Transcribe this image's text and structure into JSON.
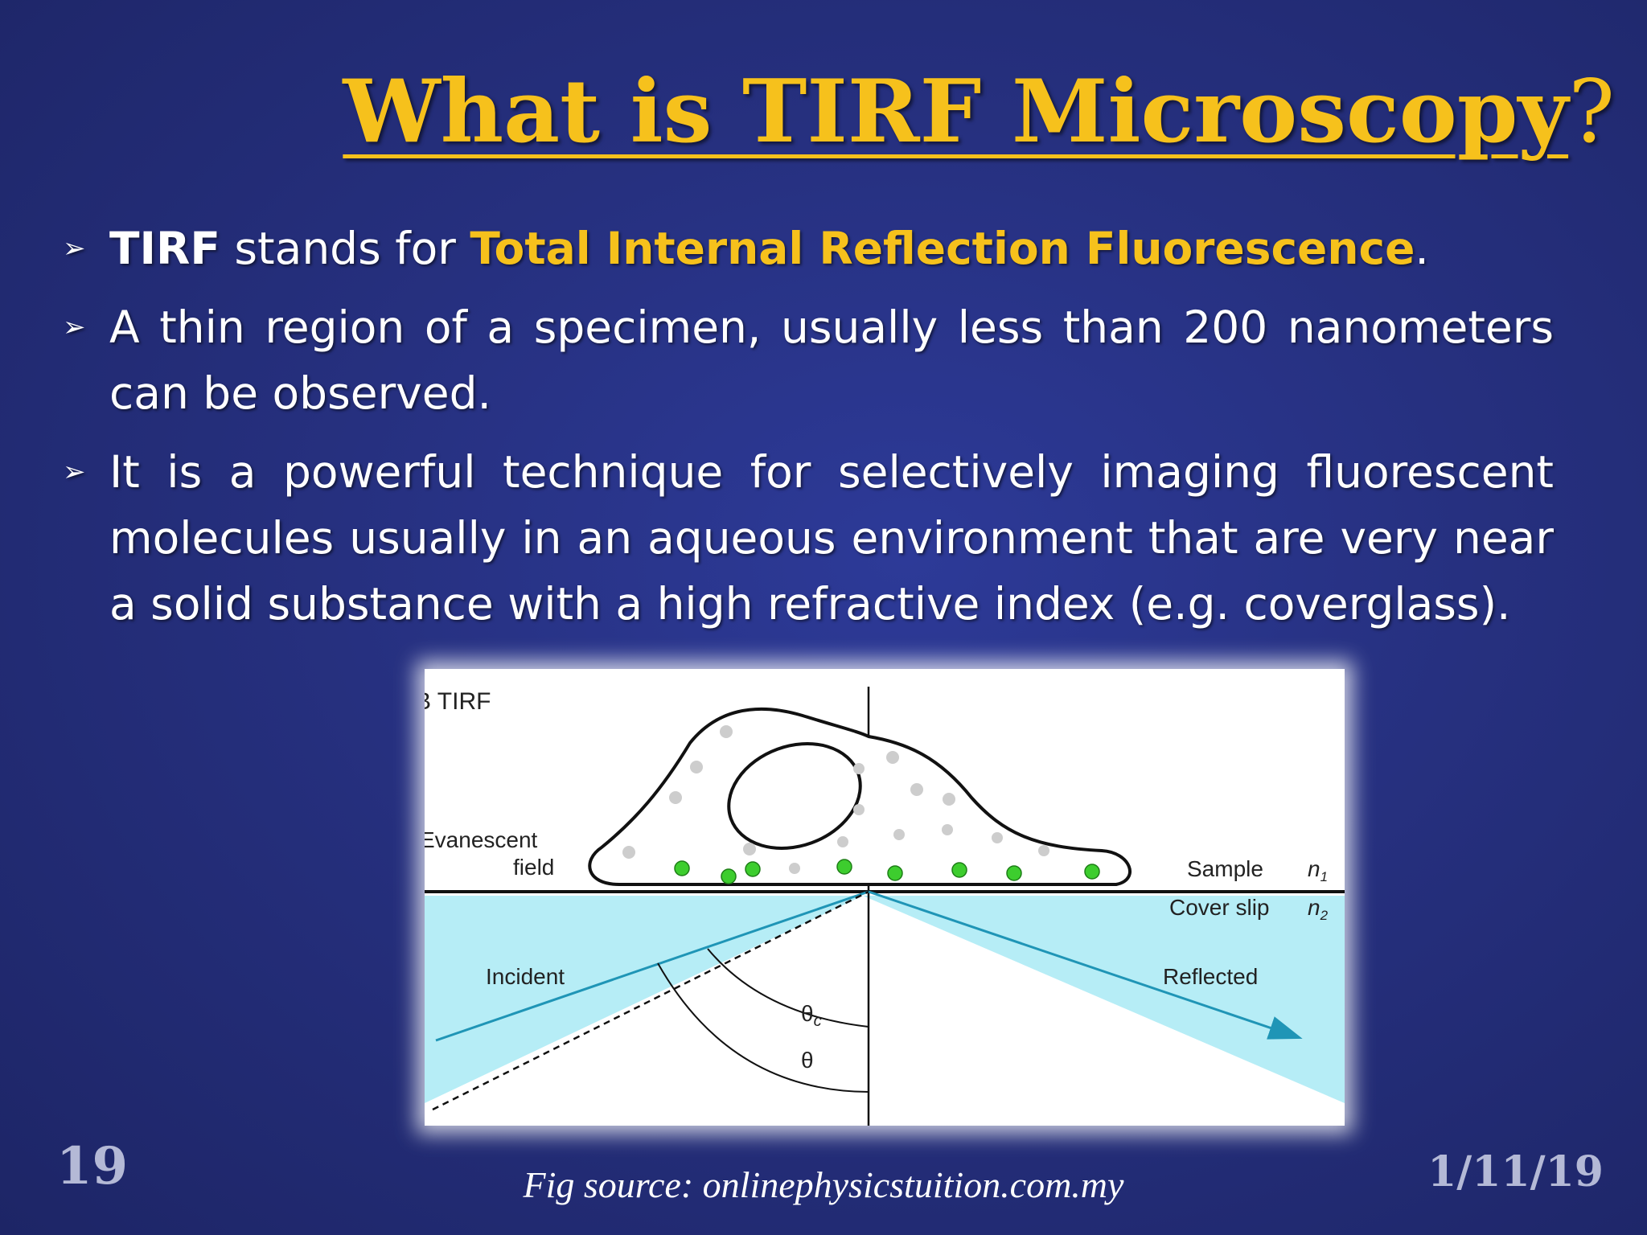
{
  "title": {
    "main": "What is TIRF Microscopy",
    "tail": "?"
  },
  "bullets": {
    "arrow": "➢",
    "b1": {
      "p1": "TIRF",
      "p2": " stands for ",
      "p3": "Total Internal Reflection Fluorescence",
      "p4": "."
    },
    "b2": "A thin region of a specimen, usually less than 200 nanometers can be observed.",
    "b3": "It is a powerful technique for selectively imaging fluorescent molecules usually in an aqueous environment that are very near a solid substance with a high refractive index (e.g. coverglass)."
  },
  "figure": {
    "panel_label": "B TIRF",
    "evanescent_line1": "Evanescent",
    "evanescent_line2": "field",
    "sample": "Sample",
    "sample_index": "n",
    "sample_sub": "1",
    "cover": "Cover slip",
    "cover_index": "n",
    "cover_sub": "2",
    "incident": "Incident",
    "reflected": "Reflected",
    "theta_c": "θ",
    "theta_c_sub": "c",
    "theta": "θ",
    "colors": {
      "beam": "#b6edf6",
      "ray": "#1f95b6",
      "dot_green": "#3dcd2e",
      "dot_grey": "#cdcdcd"
    }
  },
  "footer": {
    "page_number": "19",
    "fig_source": "Fig source: onlinephysicstuition.com.my",
    "date": "1/11/19"
  }
}
